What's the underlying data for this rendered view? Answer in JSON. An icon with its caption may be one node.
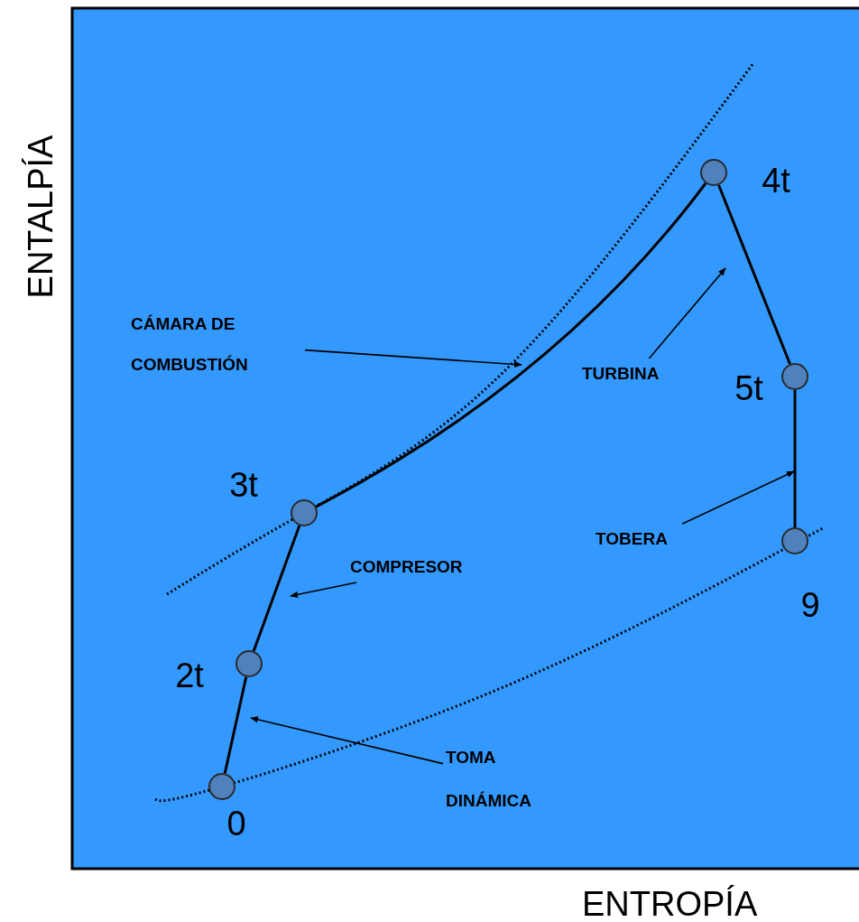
{
  "diagram": {
    "nodes": [
      {
        "text": [],
        "shape": "circle",
        "beside": [
          "4t"
        ]
      },
      {
        "text": [
          "CÁMARA DE COMBUSTIÓN"
        ]
      },
      {
        "text": [
          "TURBINA"
        ]
      },
      {
        "text": [],
        "shape": "circle",
        "beside": [
          "5t"
        ]
      },
      {
        "text": [],
        "shape": "circle",
        "beside": [
          "3t"
        ]
      },
      {
        "text": [
          "TOBERA"
        ]
      },
      {
        "text": [],
        "shape": "circle",
        "beside": [
          "9"
        ]
      },
      {
        "text": [
          "COMPRESOR"
        ]
      },
      {
        "text": [],
        "shape": "circle",
        "beside": [
          "2t"
        ]
      },
      {
        "text": [
          "TOMA DINÁMICA"
        ]
      },
      {
        "text": [],
        "shape": "circle",
        "beside": [
          "0"
        ]
      }
    ],
    "edges": [
      {
        "from": 10,
        "to": 8,
        "arrow": "none"
      },
      {
        "from": 8,
        "to": 4,
        "arrow": "none"
      },
      {
        "from": 4,
        "to": 0,
        "arrow": "none"
      },
      {
        "from": 0,
        "to": 3,
        "arrow": "none"
      },
      {
        "from": 3,
        "to": 6,
        "arrow": "none"
      },
      {
        "from": 1,
        "to": null,
        "arrow": "to"
      },
      {
        "from": 2,
        "to": null,
        "arrow": "to"
      },
      {
        "from": 5,
        "to": null,
        "arrow": "to"
      },
      {
        "from": 7,
        "to": null,
        "arrow": "to"
      },
      {
        "from": 9,
        "to": null,
        "arrow": "to"
      }
    ],
    "labels": [
      "ENTALPÍA",
      "ENTROPÍA"
    ]
  }
}
